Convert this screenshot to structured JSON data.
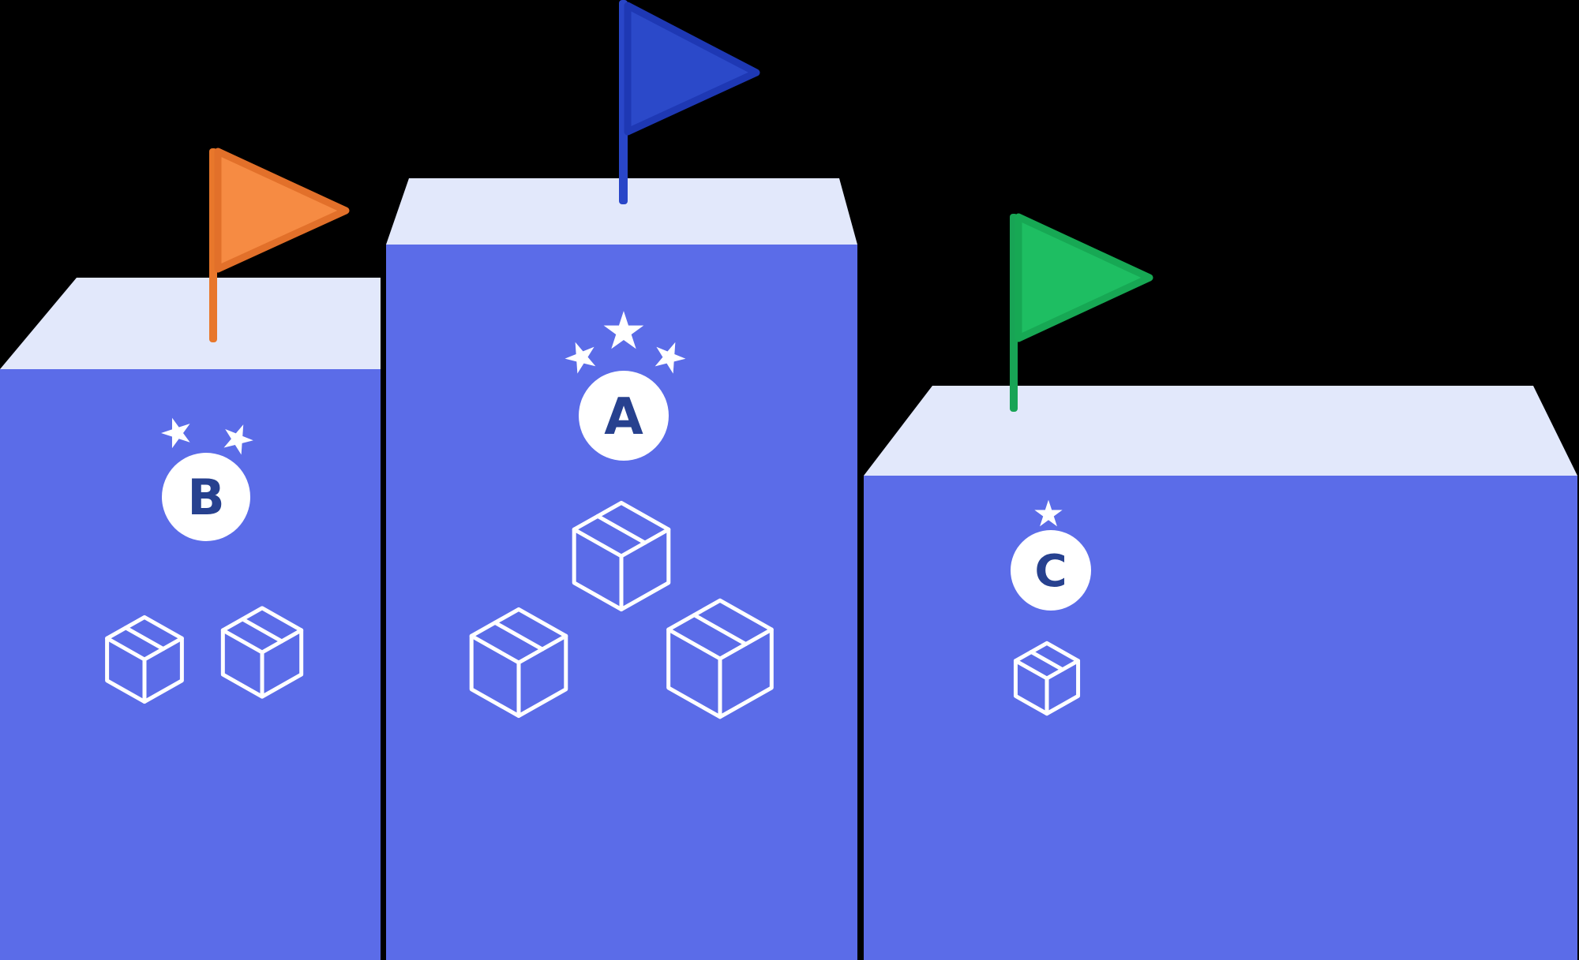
{
  "scene": {
    "background_color": "#000000",
    "colors": {
      "podium_front": "#5B6CE8",
      "podium_top": "#E2E8FB",
      "badge_fill": "#FFFFFF",
      "badge_letter": "#27418F",
      "star": "#FFFFFF",
      "cube_stroke": "#FFFFFF"
    },
    "icons": {
      "star_glyph": "★"
    },
    "podiums": [
      {
        "letter": "A",
        "rank": 1,
        "position": "center",
        "height_order": "tallest",
        "star_count": 3,
        "cube_count": 3,
        "flag": {
          "color_name": "blue",
          "fill": "#2B49C9",
          "stroke": "#1E38B4",
          "pole": "#2946C8"
        }
      },
      {
        "letter": "B",
        "rank": 2,
        "position": "left",
        "height_order": "middle",
        "star_count": 2,
        "cube_count": 2,
        "flag": {
          "color_name": "orange",
          "fill": "#F68B43",
          "stroke": "#E2702A",
          "pole": "#E8772B"
        }
      },
      {
        "letter": "C",
        "rank": 3,
        "position": "right",
        "height_order": "shortest",
        "star_count": 1,
        "cube_count": 1,
        "flag": {
          "color_name": "green",
          "fill": "#1EBE62",
          "stroke": "#17A854",
          "pole": "#18A455"
        }
      }
    ]
  }
}
